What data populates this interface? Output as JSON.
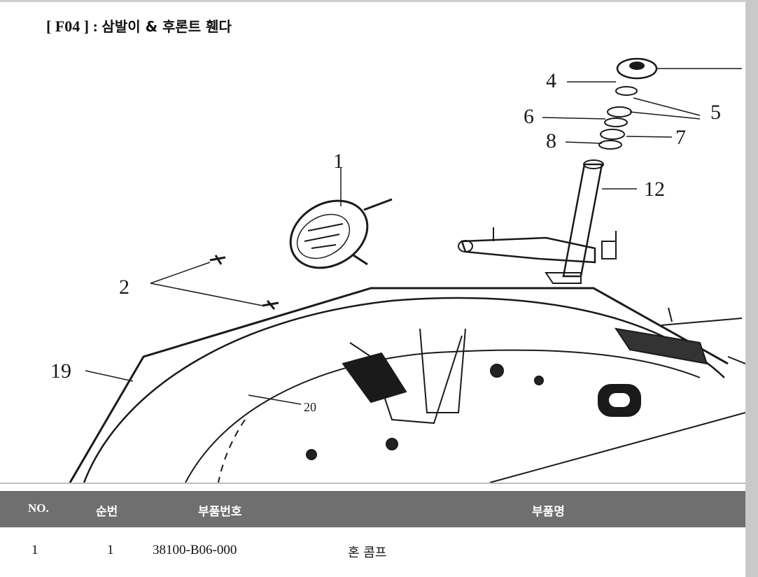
{
  "title": {
    "code": "[ F04 ] : ",
    "name": "삼발이 & 후론트 휀다"
  },
  "diagram": {
    "callouts": [
      "1",
      "2",
      "4",
      "5",
      "6",
      "7",
      "8",
      "12",
      "19",
      "20"
    ]
  },
  "table": {
    "headers": {
      "no": "NO.",
      "seq": "순번",
      "part_no": "부품번호",
      "part_name": "부품명"
    },
    "rows": [
      {
        "no": "1",
        "seq": "1",
        "part_no": "38100-B06-000",
        "part_name": "혼 콤프"
      }
    ]
  }
}
